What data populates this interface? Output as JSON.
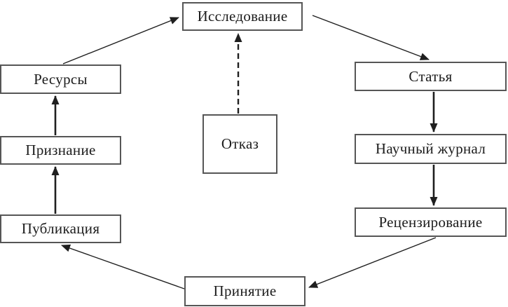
{
  "diagram": {
    "type": "cycle-flowchart",
    "language": "ru",
    "background_color": "#ffffff",
    "box_fill_color": "#ffffff",
    "box_border_color": "#565656",
    "arrow_color": "#1f1f1f",
    "text_color": "#1c1c1c",
    "nodes": [
      {
        "id": "research",
        "label": "Исследование"
      },
      {
        "id": "article",
        "label": "Статья"
      },
      {
        "id": "journal",
        "label": "Научный журнал"
      },
      {
        "id": "review",
        "label": "Рецензирование"
      },
      {
        "id": "acceptance",
        "label": "Принятие"
      },
      {
        "id": "publication",
        "label": "Публикация"
      },
      {
        "id": "recognition",
        "label": "Признание"
      },
      {
        "id": "resources",
        "label": "Ресурсы"
      },
      {
        "id": "rejection",
        "label": "Отказ"
      }
    ],
    "edges": [
      {
        "from": "resources",
        "to": "research",
        "style": "solid",
        "weight": "thin"
      },
      {
        "from": "research",
        "to": "article",
        "style": "solid",
        "weight": "thin"
      },
      {
        "from": "article",
        "to": "journal",
        "style": "solid",
        "weight": "thick"
      },
      {
        "from": "journal",
        "to": "review",
        "style": "solid",
        "weight": "thick"
      },
      {
        "from": "review",
        "to": "acceptance",
        "style": "solid",
        "weight": "thin"
      },
      {
        "from": "acceptance",
        "to": "publication",
        "style": "solid",
        "weight": "thin"
      },
      {
        "from": "publication",
        "to": "recognition",
        "style": "solid",
        "weight": "thick"
      },
      {
        "from": "recognition",
        "to": "resources",
        "style": "solid",
        "weight": "thick"
      },
      {
        "from": "rejection",
        "to": "research",
        "style": "dashed",
        "weight": "thick"
      }
    ]
  }
}
